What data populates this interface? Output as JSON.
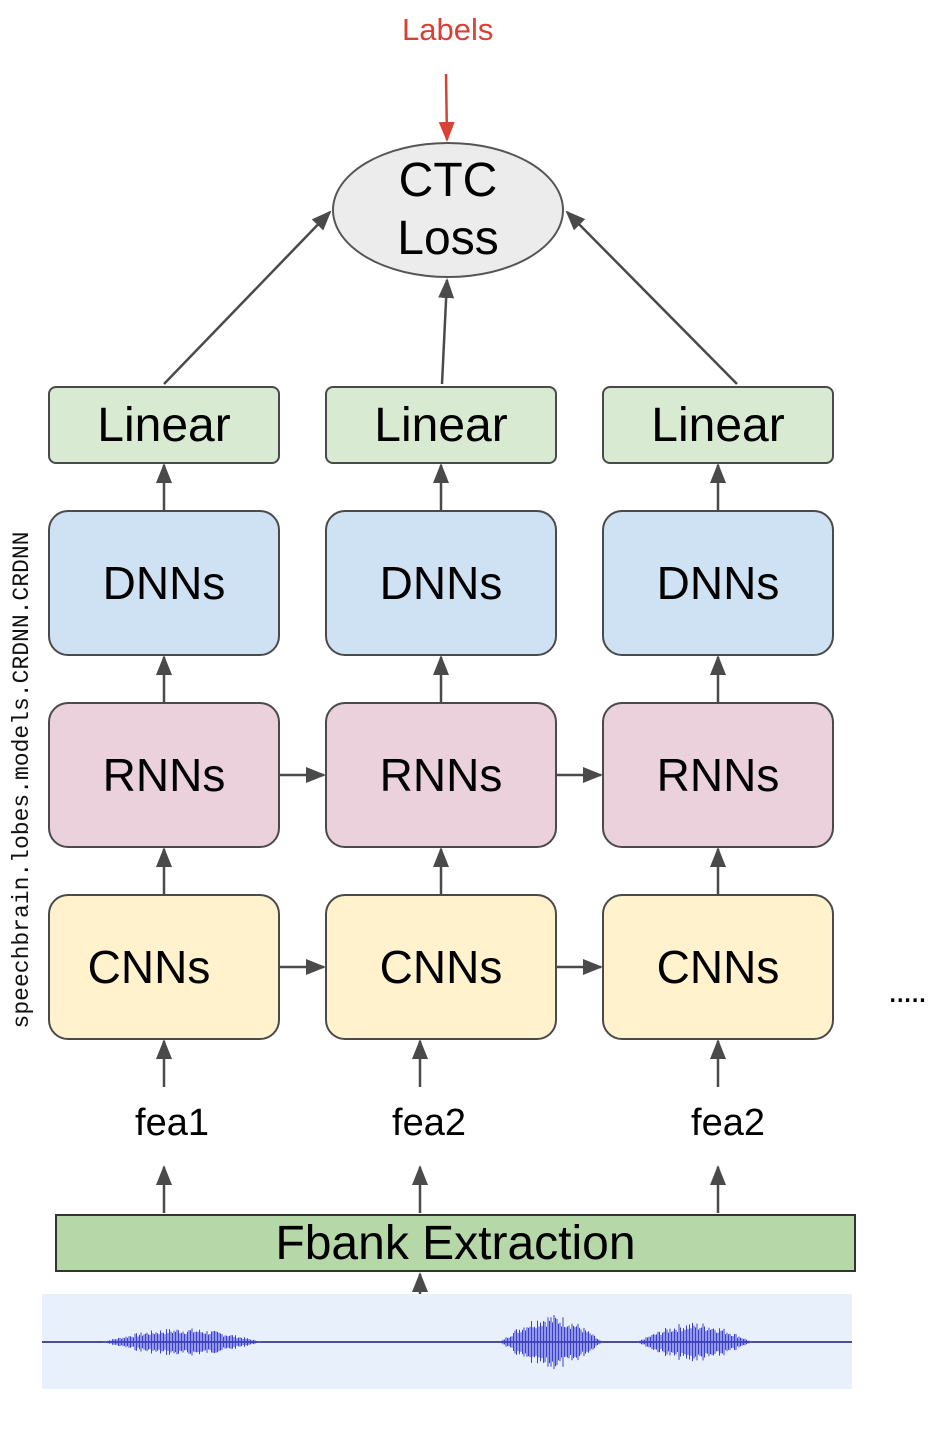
{
  "labels": "Labels",
  "ctc": {
    "line1": "CTC",
    "line2": "Loss"
  },
  "columns": [
    {
      "linear": "Linear",
      "dnn": "DNNs",
      "rnn": "RNNs",
      "cnn": "CNNs",
      "feature": "fea1"
    },
    {
      "linear": "Linear",
      "dnn": "DNNs",
      "rnn": "RNNs",
      "cnn": "CNNs",
      "feature": "fea2"
    },
    {
      "linear": "Linear",
      "dnn": "DNNs",
      "rnn": "RNNs",
      "cnn": "CNNs",
      "feature": "fea2"
    }
  ],
  "ellipsis": ".....",
  "fbank": "Fbank Extraction",
  "side_label": "speechbrain.lobes.models.CRDNN.CRDNN",
  "colors": {
    "labels_arrow": "#d94135",
    "arrow": "#4a4a4a",
    "linear": "#d9ead3",
    "dnn": "#cfe2f3",
    "rnn": "#ead1dc",
    "cnn": "#fff2cc",
    "fbank": "#b6d7a8",
    "waveform": "#3b3fd0",
    "waveform_bg": "#e8f0fc"
  }
}
